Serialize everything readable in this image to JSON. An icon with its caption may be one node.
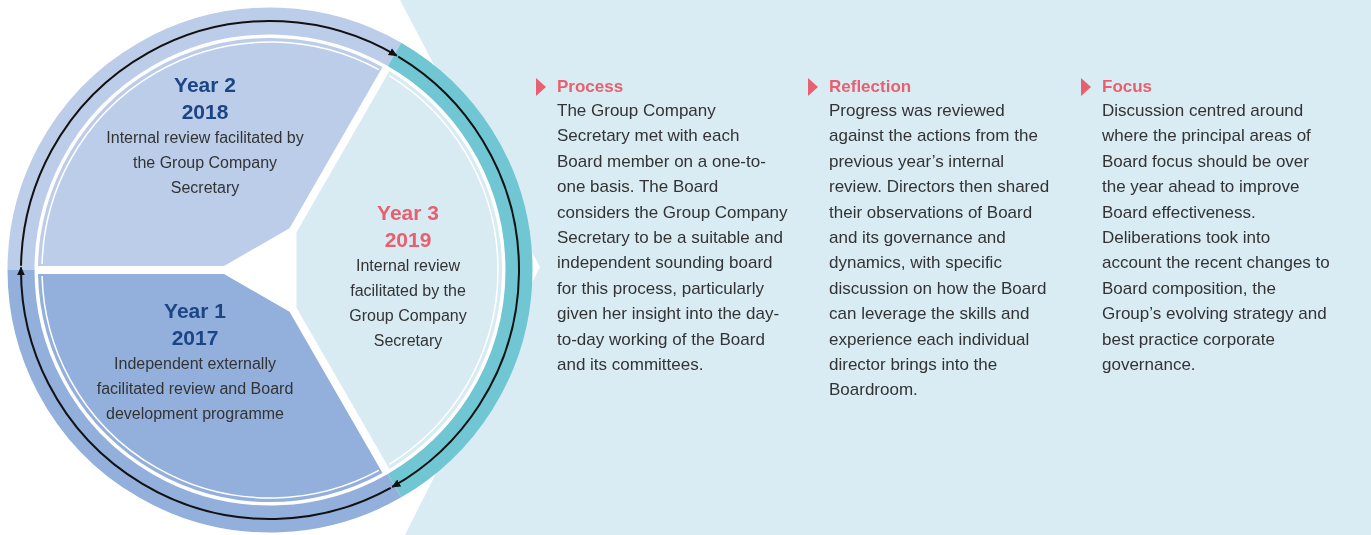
{
  "diagram": {
    "nodes": [
      {
        "text": [
          "Year 2",
          "2018",
          "Internal review facilitated by the Group Company Secretary"
        ]
      },
      {
        "text": [
          "Year 3",
          "2019",
          "Internal review facilitated by the Group Company Secretary"
        ]
      },
      {
        "text": [
          "Year 1",
          "2017",
          "Independent externally facilitated review and Board development programme"
        ]
      }
    ],
    "edges": [
      {
        "from": 0,
        "to": 1,
        "arrow": "to"
      },
      {
        "from": 1,
        "to": 2,
        "arrow": "to"
      },
      {
        "from": 2,
        "to": 0,
        "arrow": "to"
      }
    ],
    "labels": [
      "Process",
      "The Group Company Secretary met with each Board member on a one-to-one basis. The Board considers the Group Company Secretary to be a suitable and independent sounding board for this process, particularly given her insight into the day-to-day working of the Board and its committees.",
      "Reflection",
      "Progress was reviewed against the actions from the previous year’s internal review. Directors then shared their observations of Board and its governance and dynamics, with specific discussion on how the Board can leverage the skills and experience each individual director brings into the Boardroom.",
      "Focus",
      "Discussion centred around where the principal areas of Board focus should be over the year ahead to improve Board effectiveness. Deliberations took into account the recent changes to Board composition, the Group’s evolving strategy and best practice corporate governance."
    ]
  }
}
